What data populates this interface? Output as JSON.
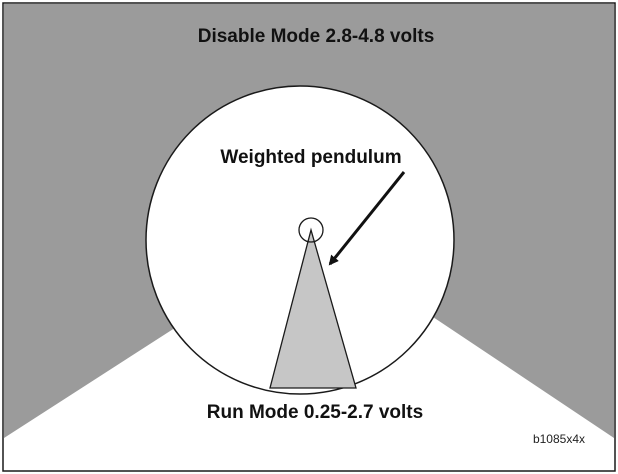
{
  "labels": {
    "disable_mode": "Disable Mode 2.8-4.8 volts",
    "pendulum": "Weighted pendulum",
    "run_mode": "Run Mode 0.25-2.7 volts",
    "figure_id": "b1085x4x"
  },
  "colors": {
    "disable_zone": "#9b9b9b",
    "pendulum_fill": "#c6c6c6",
    "outline": "#1a1a1a",
    "background": "#ffffff"
  },
  "icons": {
    "pointer": "arrow-icon",
    "pivot": "pivot-circle-icon"
  }
}
